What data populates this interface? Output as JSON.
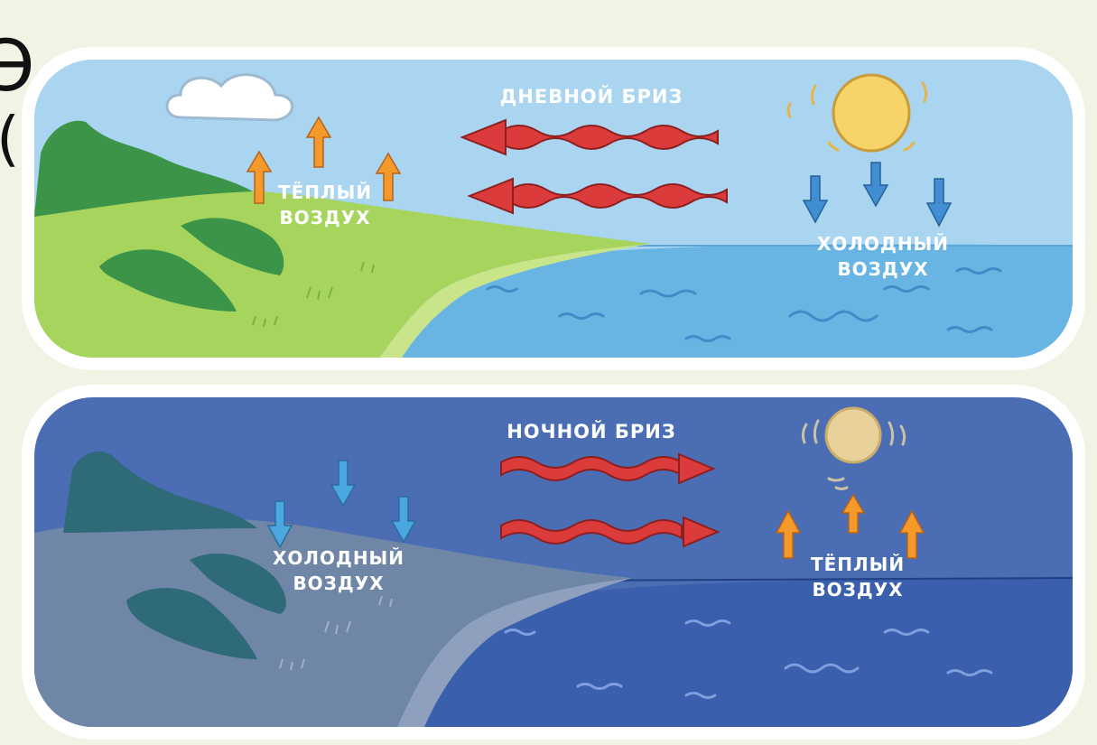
{
  "top_panel": {
    "breeze_label": "ДНЕВНОЙ БРИЗ",
    "land_air_label": [
      "ТЁПЛЫЙ",
      "ВОЗДУХ"
    ],
    "sea_air_label": [
      "ХОЛОДНЫЙ",
      "ВОЗДУХ"
    ]
  },
  "bottom_panel": {
    "breeze_label": "НОЧНОЙ БРИЗ",
    "land_air_label": [
      "ХОЛОДНЫЙ",
      "ВОЗДУХ"
    ],
    "sea_air_label": [
      "ТЁПЛЫЙ",
      "ВОЗДУХ"
    ]
  },
  "edge_text_fragments": [
    "Э",
    "("
  ],
  "colors": {
    "background": "#f1f4e4",
    "day_sky": "#a9d5f0",
    "day_sea": "#68b4e3",
    "day_land": "#a6d45c",
    "day_hills": "#3c9448",
    "night_sky": "#4a6db3",
    "night_sea": "#3a5fad",
    "night_land": "#6f86a6",
    "night_hills": "#2f6a79",
    "breeze_arrow": "#dc3b3b",
    "warm_arrow": "#f39a2a",
    "cold_arrow": "#3f8fd2",
    "sun": "#f6d468",
    "moon": "#e9d29a"
  }
}
